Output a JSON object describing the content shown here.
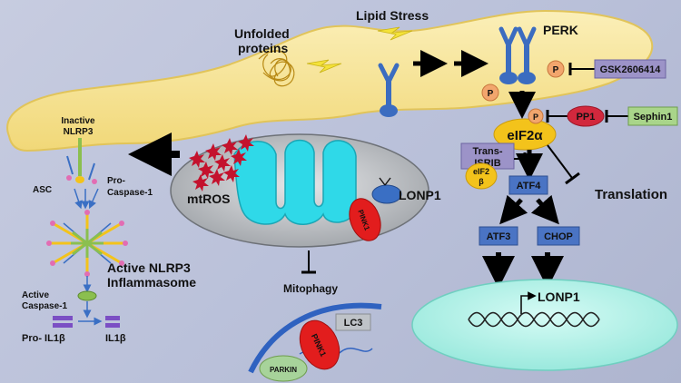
{
  "colors": {
    "background": "#bcc2da",
    "er_membrane": "#f7e6a0",
    "mitochondria_outer": "#d4d6d8",
    "mitochondria_inner": "#2fd9e8",
    "nucleus": "#b8f3ea",
    "box_blue": "#4a74c4",
    "inhibitor_box": "#9c93c8",
    "activator_box": "#a9d58a",
    "pink1_red": "#e21d1d",
    "lonp1_blue": "#3a6fc4",
    "eif2b_yellow": "#f3c31b",
    "parkin_green": "#a7d39a",
    "lc3_gray": "#bfc3c8",
    "phospho_orange": "#f2a66d",
    "ros_red": "#c4122d"
  },
  "labels": {
    "lipid_stress": "Lipid Stress",
    "unfolded_proteins_1": "Unfolded",
    "unfolded_proteins_2": "proteins",
    "perk": "PERK",
    "gsk": "GSK2606414",
    "phospho": "P",
    "pp1": "PP1",
    "sephin1": "Sephin1",
    "eif2a": "eIF2α",
    "trans_isrib_1": "Trans-",
    "trans_isrib_2": "ISRIB",
    "eif2b_1": "eIF2",
    "eif2b_2": "β",
    "atf4": "ATF4",
    "translation": "Translation",
    "atf3": "ATF3",
    "chop": "CHOP",
    "lonp1_gene": "LONP1",
    "mtros": "mtROS",
    "pink1": "PINK1",
    "lonp1_protein": "LONP1",
    "mitophagy": "Mitophagy",
    "lc3": "LC3",
    "parkin": "PARKIN",
    "inactive_nlrp3_1": "Inactive",
    "inactive_nlrp3_2": "NLRP3",
    "asc": "ASC",
    "pro_caspase_1": "Pro-",
    "pro_caspase_2": "Caspase-1",
    "active_nlrp3_1": "Active NLRP3",
    "active_nlrp3_2": "Inflammasome",
    "active_caspase_1": "Active",
    "active_caspase_2": "Caspase-1",
    "pro_il1b": "Pro- IL1β",
    "il1b": "IL1β"
  }
}
